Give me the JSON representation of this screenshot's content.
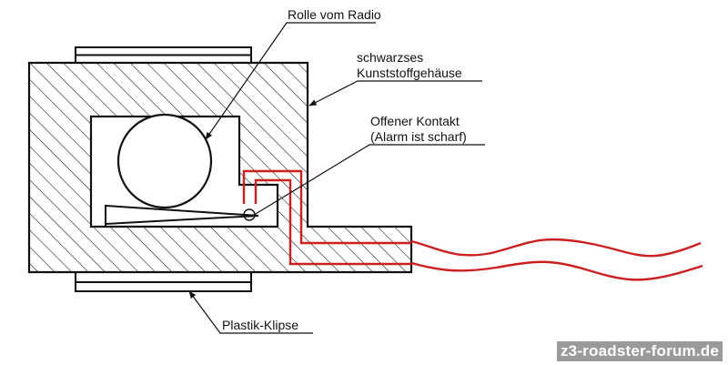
{
  "diagram": {
    "title": "Radio alarm contact cross-section",
    "labels": {
      "roller": "Rolle vom Radio",
      "housing_line1": "schwarzses",
      "housing_line2": "Kunststoffgehäuse",
      "contact_line1": "Offener Kontakt",
      "contact_line2": "(Alarm ist scharf)",
      "clip": "Plastik-Klipse"
    },
    "colors": {
      "outline": "#111111",
      "hatch": "#111111",
      "wire": "#cc1f1f",
      "background": "#ffffff",
      "watermark_bg": "#9a9a9a",
      "watermark_text": "#ffffff"
    }
  },
  "watermark": {
    "text": "z3-roadster-forum.de"
  }
}
